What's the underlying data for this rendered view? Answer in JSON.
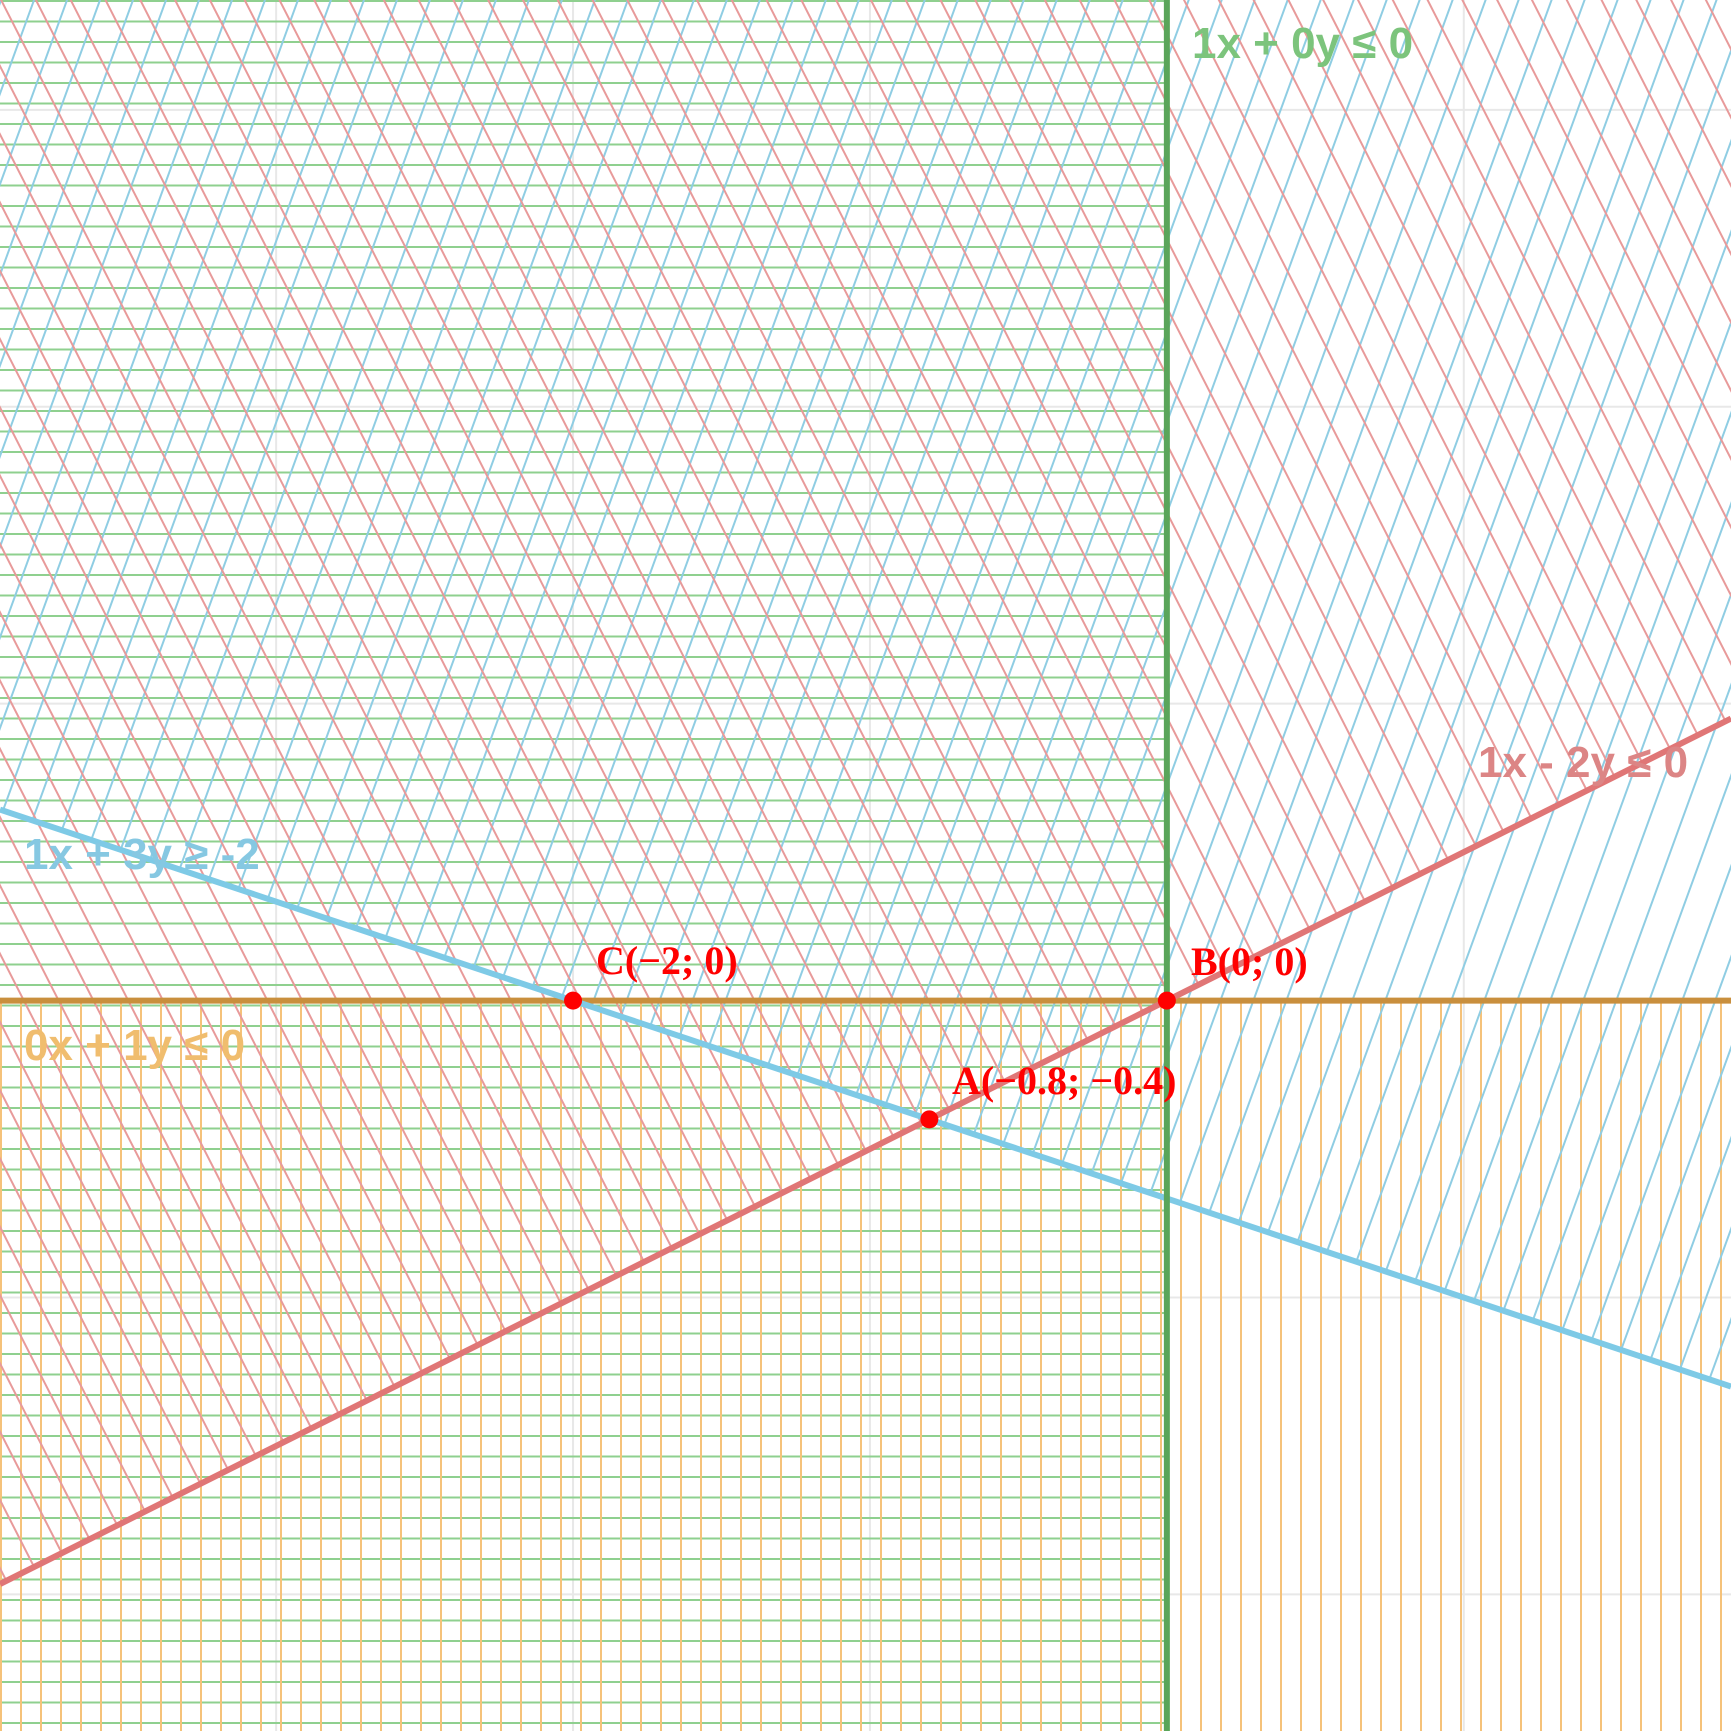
{
  "chart_data": {
    "type": "line",
    "title": "",
    "xlabel": "",
    "ylabel": "",
    "xlim": [
      -3.93,
      1.9
    ],
    "ylim": [
      -2.46,
      3.37
    ],
    "grid": true,
    "grid_step": 1,
    "series": [
      {
        "name": "1x + 0y ≤ 0",
        "a": 1,
        "b": 0,
        "c": 0,
        "op": "≤",
        "color": "#5aa55a",
        "hatch_color": "#8fd08f",
        "hatch": "horizontal"
      },
      {
        "name": "0x + 1y ≤ 0",
        "a": 0,
        "b": 1,
        "c": 0,
        "op": "≤",
        "color": "#c98f3d",
        "hatch_color": "#f5c27a",
        "hatch": "vertical"
      },
      {
        "name": "1x + 3y ≥ -2",
        "a": 1,
        "b": 3,
        "c": -2,
        "op": "≥",
        "color": "#7ecae6",
        "hatch_color": "#8fcde3",
        "hatch": "diagonal-up"
      },
      {
        "name": "1x - 2y ≤ 0",
        "a": 1,
        "b": -2,
        "c": 0,
        "op": "≤",
        "color": "#e07676",
        "hatch_color": "#e89a9a",
        "hatch": "diagonal-down"
      }
    ],
    "points": [
      {
        "label": "A(−0.8; −0.4)",
        "x": -0.8,
        "y": -0.4
      },
      {
        "label": "B(0; 0)",
        "x": 0,
        "y": 0
      },
      {
        "label": "C(−2; 0)",
        "x": -2,
        "y": 0
      }
    ],
    "point_color": "#ff0000"
  }
}
